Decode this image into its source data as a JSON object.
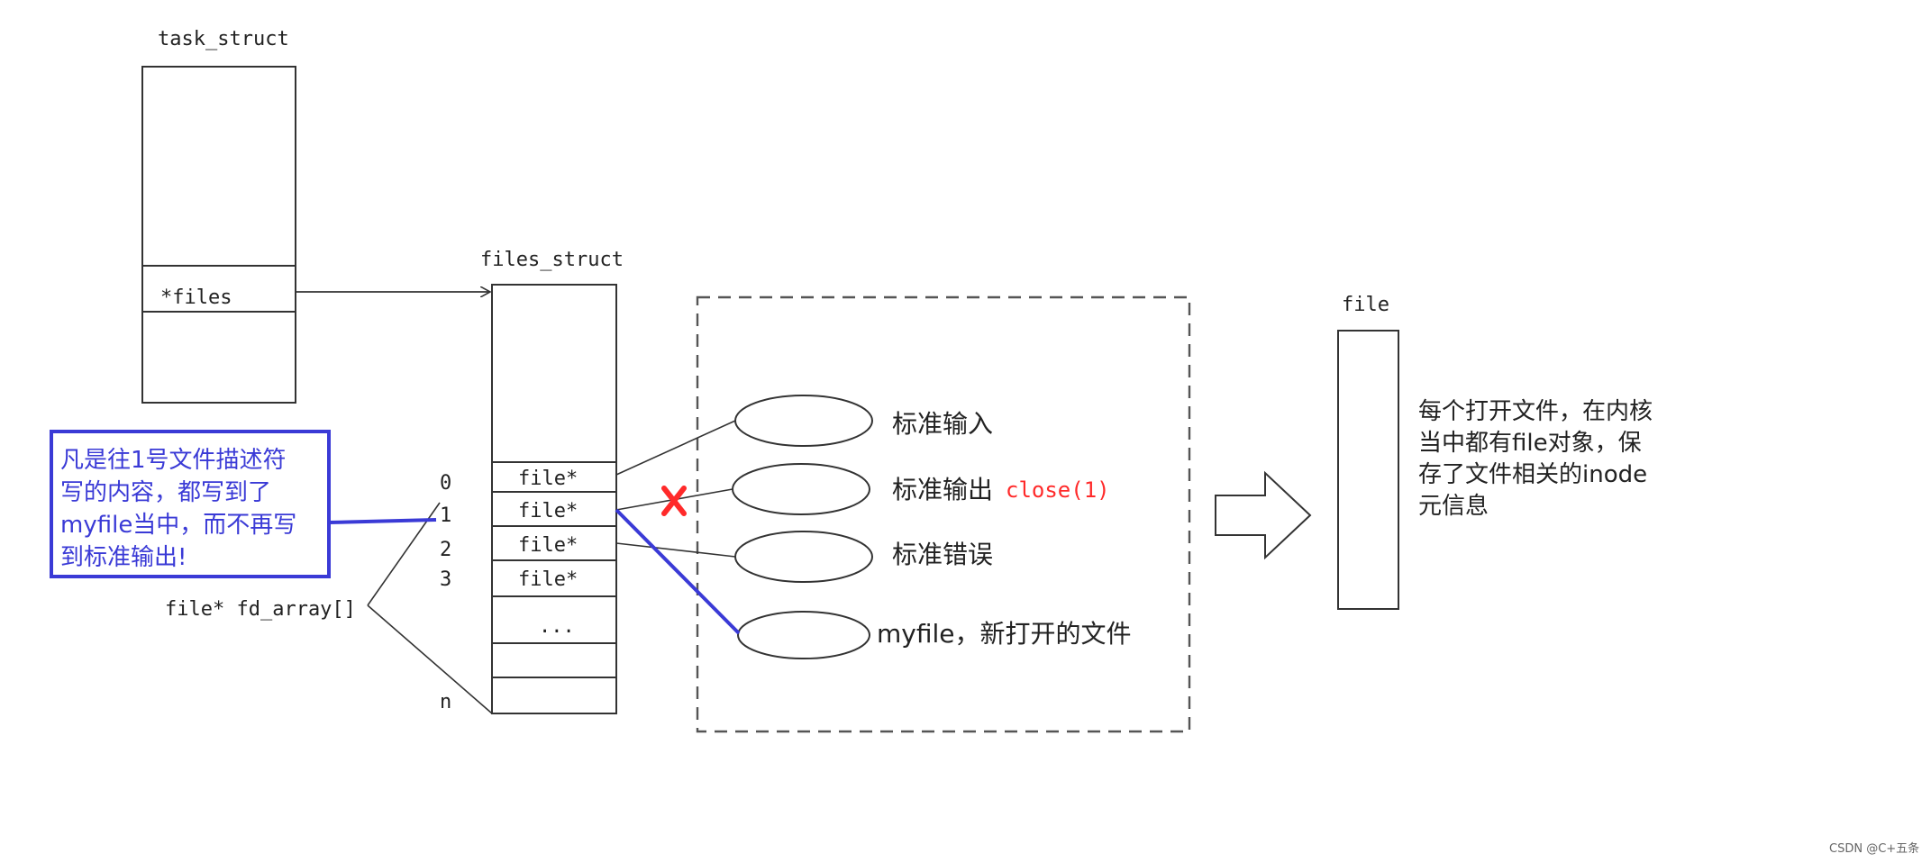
{
  "task_struct": {
    "title": "task_struct",
    "files_field": "*files"
  },
  "files_struct": {
    "title": "files_struct",
    "slots": [
      "file*",
      "file*",
      "file*",
      "file*",
      "...",
      "",
      ""
    ],
    "indices": [
      "0",
      "1",
      "2",
      "3",
      "n"
    ],
    "array_label": "file* fd_array[]"
  },
  "streams": {
    "stdin": "标准输入",
    "stdout": "标准输出",
    "stdout_note": "close(1)",
    "stderr": "标准错误",
    "myfile": "myfile，新打开的文件"
  },
  "note": {
    "lines": [
      "凡是往1号文件描述符",
      "写的内容，都写到了",
      "myfile当中，而不再写",
      "到标准输出!"
    ]
  },
  "file_obj": {
    "title": "file",
    "desc_lines": [
      "每个打开文件，在内核",
      "当中都有file对象，保",
      "存了文件相关的inode",
      "元信息"
    ]
  },
  "watermark": "CSDN @C+五条",
  "colors": {
    "line": "#333333",
    "blue": "#3a3ad6",
    "red": "#ff2a2a"
  }
}
